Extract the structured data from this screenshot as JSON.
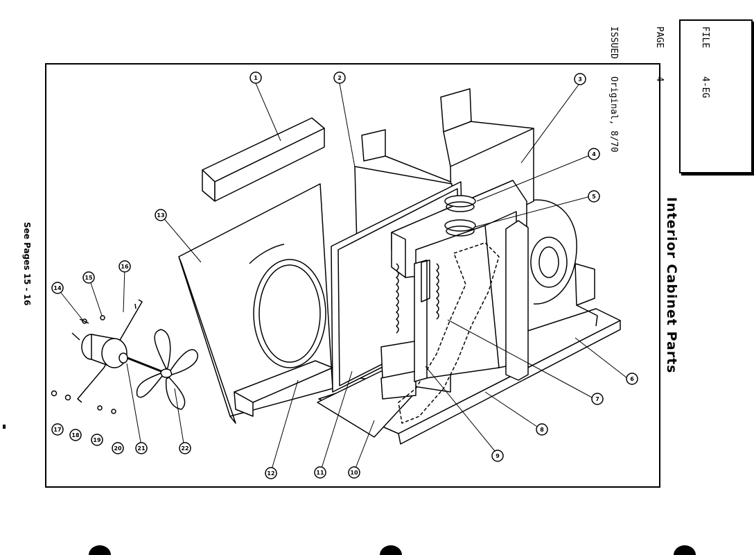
{
  "title_block": {
    "file_label": "FILE",
    "file_value": "4-EG",
    "page_label": "PAGE",
    "page_value": "4",
    "issued_label": "ISSUED",
    "issued_value": "Original, 8/70"
  },
  "section_title": "Interior Cabinet Parts",
  "see_pages": "See Pages 15 - 16",
  "callouts": [
    "1",
    "2",
    "3",
    "4",
    "5",
    "6",
    "7",
    "8",
    "9",
    "10",
    "11",
    "12",
    "13",
    "14",
    "15",
    "16",
    "17",
    "18",
    "19",
    "20",
    "21",
    "22"
  ]
}
